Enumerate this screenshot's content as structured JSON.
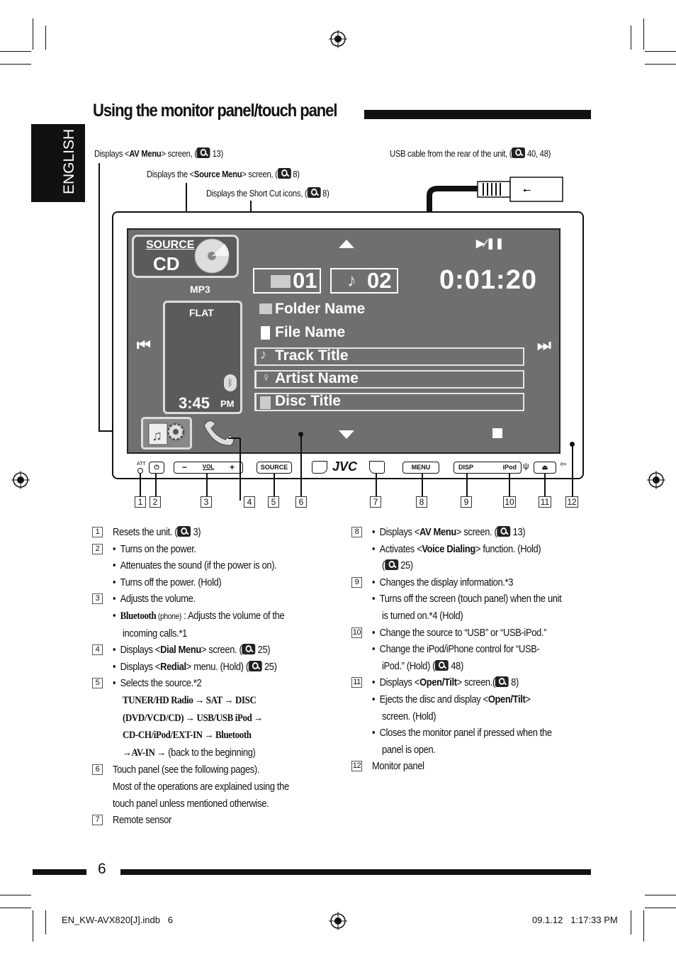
{
  "header": {
    "title": "Using the monitor panel/touch panel",
    "language_tab": "ENGLISH"
  },
  "callouts": {
    "av_menu": {
      "pre": "Displays <",
      "bold": "AV Menu",
      "post": "> screen, (",
      "ref": " 13)"
    },
    "source_menu": {
      "pre": "Displays the <",
      "bold": "Source Menu",
      "post": "> screen, (",
      "ref": " 8)"
    },
    "short_cut": {
      "pre": "Displays the Short Cut icons, (",
      "ref": " 8)"
    },
    "usb_cable": {
      "pre": "USB cable from the rear of the unit, (",
      "ref": " 40, 48)"
    }
  },
  "screen": {
    "source_label": "SOURCE",
    "source_value": "CD",
    "format": "MP3",
    "eq": "FLAT",
    "clock": "3:45",
    "ampm": "PM",
    "folder_num": "01",
    "track_num": "02",
    "elapsed": "0:01:20",
    "rows": [
      "Folder Name",
      "File Name",
      "Track Title",
      "Artist Name",
      "Disc Title"
    ]
  },
  "panel_buttons": {
    "att": "ATT",
    "vol": "VOL",
    "source": "SOURCE",
    "brand": "JVC",
    "menu": "MENU",
    "disp": "DISP",
    "ipod": "iPod"
  },
  "numbers": [
    "1",
    "2",
    "3",
    "4",
    "5",
    "6",
    "7",
    "8",
    "9",
    "10",
    "11",
    "12"
  ],
  "left_items": [
    {
      "n": "1",
      "text": "Resets the unit. (",
      "ref": " 3)"
    },
    {
      "bullet": "•",
      "text": "Turns on the power.",
      "n": "2"
    },
    {
      "bullet": "•",
      "text": "Attenuates the sound (if the power is on)."
    },
    {
      "bullet": "•",
      "text": "Turns off the power. (Hold)"
    },
    {
      "bullet": "•",
      "text": "Adjusts the volume.",
      "n": "3"
    },
    {
      "bullet": "•",
      "bold": "Bluetooth",
      "small": " (phone)",
      "text": " : Adjusts the volume of the"
    },
    {
      "text": "incoming calls.*1",
      "indent": true
    },
    {
      "bullet": "•",
      "pre": "Displays <",
      "bold": "Dial Menu",
      "text": "> screen. (",
      "ref": " 25)",
      "n": "4"
    },
    {
      "bullet": "•",
      "pre": "Displays <",
      "bold": "Redial",
      "text": "> menu.  (Hold) (",
      "ref": " 25)"
    },
    {
      "bullet": "•",
      "text": "Selects the source.*2",
      "n": "5"
    },
    {
      "serif": "TUNER/HD Radio → SAT → DISC",
      "indent": true
    },
    {
      "serif": "(DVD/VCD/CD) → USB/USB iPod →",
      "indent": true
    },
    {
      "serif": "CD-CH/iPod/EXT-IN → Bluetooth",
      "indent": true
    },
    {
      "serif": "→AV-IN →",
      "text": " (back to the beginning)",
      "indent": true
    },
    {
      "text": "Touch panel (see the following pages).",
      "n": "6",
      "flush": true
    },
    {
      "text": "Most of the operations are explained using the",
      "flush": true
    },
    {
      "text": "touch panel unless mentioned otherwise.",
      "flush": true
    },
    {
      "text": "Remote sensor",
      "n": "7",
      "flush": true
    }
  ],
  "right_items": [
    {
      "bullet": "•",
      "pre": "Displays <",
      "bold": "AV Menu",
      "text": "> screen. (",
      "ref": " 13)",
      "n": "8"
    },
    {
      "bullet": "•",
      "pre": "Activates <",
      "bold": "Voice Dialing",
      "text": "> function. (Hold)"
    },
    {
      "text": "(",
      "ref": " 25)",
      "indent": true
    },
    {
      "bullet": "•",
      "text": "Changes the display information.*3",
      "n": "9"
    },
    {
      "bullet": "•",
      "text": "Turns off the screen (touch panel) when the unit"
    },
    {
      "text": "is turned on.*4 (Hold)",
      "indent": true
    },
    {
      "bullet": "•",
      "text": "Change the source to “USB” or “USB-iPod.”",
      "n": "10"
    },
    {
      "bullet": "•",
      "text": "Change the iPod/iPhone control for “USB-"
    },
    {
      "text": "iPod.” (Hold) (",
      "ref": " 48)",
      "indent": true
    },
    {
      "bullet": "•",
      "pre": "Displays <",
      "bold": "Open/Tilt",
      "text": "> screen.(",
      "ref": " 8)",
      "n": "11"
    },
    {
      "bullet": "•",
      "pre": "Ejects the disc and display <",
      "bold": "Open/Tilt",
      "text": ">"
    },
    {
      "text": "screen. (Hold)",
      "indent": true
    },
    {
      "bullet": "•",
      "text": "Closes the monitor panel if pressed when the"
    },
    {
      "text": "panel is open.",
      "indent": true
    },
    {
      "text": "Monitor panel",
      "n": "12",
      "flush": true
    }
  ],
  "page_number": "6",
  "footer": {
    "file": "EN_KW-AVX820[J].indb   6",
    "date": "09.1.12   1:17:33 PM"
  }
}
